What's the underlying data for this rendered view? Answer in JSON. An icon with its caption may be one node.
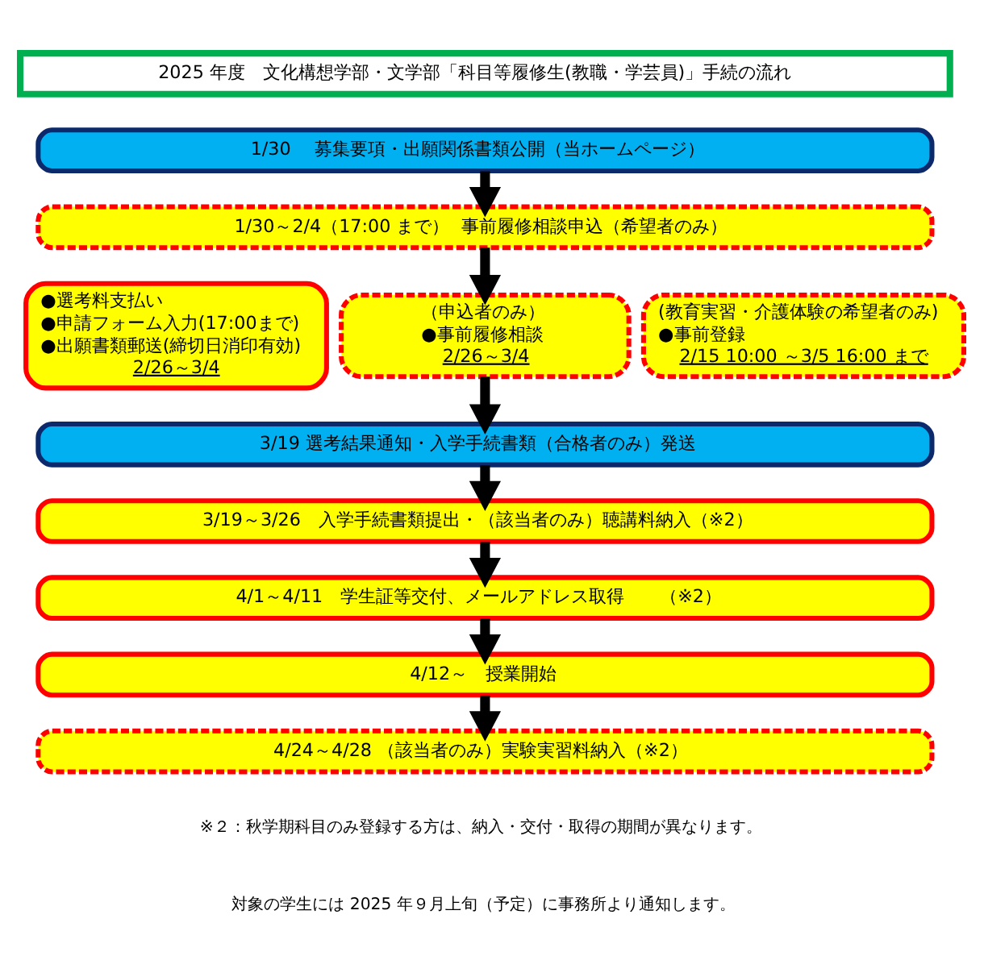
{
  "diagram": {
    "nodes": [
      {
        "text": [
          "2025 年度　文化構想学部・文学部「科目等履修生(教職・学芸員)」手続の流れ"
        ]
      },
      {
        "text": [
          "1/30　 募集要項・出願関係書類公開（当ホームページ）"
        ]
      },
      {
        "text": [
          "1/30～2/4（17:00 まで）  事前履修相談申込（希望者のみ）"
        ]
      },
      {
        "text": [
          "●選考料支払い",
          "●申請フォーム入力(17:00まで)",
          "●出願書類郵送(締切日消印有効)",
          "2/26～3/4"
        ]
      },
      {
        "text": [
          "（申込者のみ）",
          "●事前履修相談",
          "2/26～3/4"
        ]
      },
      {
        "text": [
          "(教育実習・介護体験の希望者のみ)",
          "●事前登録",
          "2/15 10:00 ～3/5 16:00 まで"
        ]
      },
      {
        "text": [
          "3/19 選考結果通知・入学手続書類（合格者のみ）発送"
        ]
      },
      {
        "text": [
          "3/19～3/26　入学手続書類提出・（該当者のみ）聴講料納入（※2）"
        ]
      },
      {
        "text": [
          "4/1～4/11　学生証等交付、メールアドレス取得　　（※2）"
        ]
      },
      {
        "text": [
          "4/12～　授業開始"
        ]
      },
      {
        "text": [
          "4/24～4/28 （該当者のみ）実験実習料納入（※2）"
        ]
      }
    ],
    "edges": [
      {
        "from": 1,
        "to": 2,
        "arrow": "to"
      },
      {
        "from": 2,
        "to": 4,
        "arrow": "to"
      },
      {
        "from": 4,
        "to": 6,
        "arrow": "to"
      },
      {
        "from": 6,
        "to": 7,
        "arrow": "to"
      },
      {
        "from": 7,
        "to": 8,
        "arrow": "to"
      },
      {
        "from": 8,
        "to": 9,
        "arrow": "to"
      },
      {
        "from": 9,
        "to": 10,
        "arrow": "to"
      }
    ],
    "labels": [
      "※２：秋学期科目のみ登録する方は、納入・交付・取得の期間が異なります。",
      "対象の学生には 2025 年９月上旬（予定）に事務所より通知します。"
    ]
  }
}
